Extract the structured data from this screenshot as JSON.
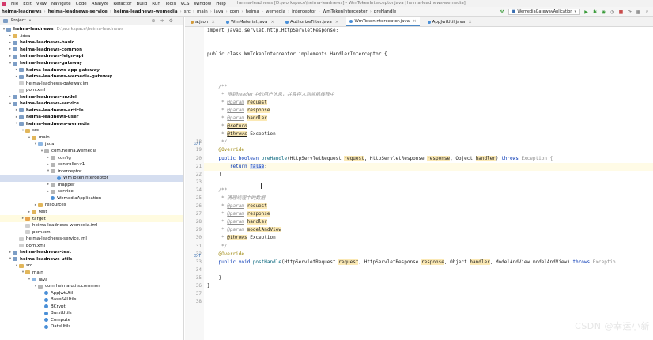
{
  "menubar": {
    "items": [
      "File",
      "Edit",
      "View",
      "Navigate",
      "Code",
      "Analyze",
      "Refactor",
      "Build",
      "Run",
      "Tools",
      "VCS",
      "Window",
      "Help"
    ],
    "window_title": "heima-leadnews [D:\\workspace\\heima-leadnews] - WmTokenInterceptor.java [heima-leadnews-wemedia]"
  },
  "navbar": {
    "crumbs": [
      "heima-leadnews",
      "heima-leadnews-service",
      "heima-leadnews-wemedia",
      "src",
      "main",
      "java",
      "com",
      "heima",
      "wemedia",
      "interceptor",
      "WmTokenInterceptor",
      "preHandle"
    ],
    "run_config": "WemediaGatewayAplication"
  },
  "project": {
    "title": "Project",
    "tree": [
      {
        "label": "heima-leadnews",
        "hint": "D:\\workspace\\heima-leadnews",
        "bold": true,
        "arrow": "▾",
        "icon": "module",
        "indent": 0
      },
      {
        "label": ".idea",
        "arrow": "▸",
        "icon": "folder",
        "indent": 1
      },
      {
        "label": "heima-leadnews-basic",
        "bold": true,
        "arrow": "▸",
        "icon": "module",
        "indent": 1
      },
      {
        "label": "heima-leadnews-common",
        "bold": true,
        "arrow": "▸",
        "icon": "module",
        "indent": 1
      },
      {
        "label": "heima-leadnews-feign-api",
        "bold": true,
        "arrow": "▸",
        "icon": "module",
        "indent": 1
      },
      {
        "label": "heima-leadnews-gateway",
        "bold": true,
        "arrow": "▾",
        "icon": "module",
        "indent": 1
      },
      {
        "label": "heima-leadnews-app-gateway",
        "bold": true,
        "arrow": "▸",
        "icon": "module",
        "indent": 2
      },
      {
        "label": "heima-leadnews-wemedia-gateway",
        "bold": true,
        "arrow": "▸",
        "icon": "module",
        "indent": 2
      },
      {
        "label": "heima-leadnews-gateway.iml",
        "arrow": "",
        "icon": "file",
        "indent": 2
      },
      {
        "label": "pom.xml",
        "arrow": "",
        "icon": "file",
        "indent": 2
      },
      {
        "label": "heima-leadnews-model",
        "bold": true,
        "arrow": "▸",
        "icon": "module",
        "indent": 1
      },
      {
        "label": "heima-leadnews-service",
        "bold": true,
        "arrow": "▾",
        "icon": "module",
        "indent": 1
      },
      {
        "label": "heima-leadnews-article",
        "bold": true,
        "arrow": "▸",
        "icon": "module",
        "indent": 2
      },
      {
        "label": "heima-leadnews-user",
        "bold": true,
        "arrow": "▸",
        "icon": "module",
        "indent": 2
      },
      {
        "label": "heima-leadnews-wemedia",
        "bold": true,
        "arrow": "▾",
        "icon": "module",
        "indent": 2
      },
      {
        "label": "src",
        "arrow": "▾",
        "icon": "folder",
        "indent": 3
      },
      {
        "label": "main",
        "arrow": "▾",
        "icon": "folder",
        "indent": 4
      },
      {
        "label": "java",
        "arrow": "▾",
        "icon": "src",
        "indent": 5
      },
      {
        "label": "com.heima.wemedia",
        "arrow": "▾",
        "icon": "pkg",
        "indent": 6
      },
      {
        "label": "config",
        "arrow": "▸",
        "icon": "pkg",
        "indent": 7
      },
      {
        "label": "controller.v1",
        "arrow": "▸",
        "icon": "pkg",
        "indent": 7
      },
      {
        "label": "interceptor",
        "arrow": "▾",
        "icon": "pkg",
        "indent": 7
      },
      {
        "label": "WmTokenInterceptor",
        "arrow": "",
        "icon": "cls",
        "indent": 8,
        "selected": true
      },
      {
        "label": "mapper",
        "arrow": "▸",
        "icon": "pkg",
        "indent": 7
      },
      {
        "label": "service",
        "arrow": "▸",
        "icon": "pkg",
        "indent": 7
      },
      {
        "label": "WemediaApplication",
        "arrow": "",
        "icon": "cls",
        "indent": 7
      },
      {
        "label": "resources",
        "arrow": "▸",
        "icon": "folder",
        "indent": 5
      },
      {
        "label": "test",
        "arrow": "▸",
        "icon": "folder",
        "indent": 4
      },
      {
        "label": "target",
        "arrow": "▸",
        "icon": "target",
        "indent": 3,
        "highlight": true
      },
      {
        "label": "heima-leadnews-wemedia.iml",
        "arrow": "",
        "icon": "file",
        "indent": 3
      },
      {
        "label": "pom.xml",
        "arrow": "",
        "icon": "file",
        "indent": 3
      },
      {
        "label": "heima-leadnews-service.iml",
        "arrow": "",
        "icon": "file",
        "indent": 2
      },
      {
        "label": "pom.xml",
        "arrow": "",
        "icon": "file",
        "indent": 2
      },
      {
        "label": "heima-leadnews-test",
        "bold": true,
        "arrow": "▸",
        "icon": "module",
        "indent": 1
      },
      {
        "label": "heima-leadnews-utils",
        "bold": true,
        "arrow": "▾",
        "icon": "module",
        "indent": 1
      },
      {
        "label": "src",
        "arrow": "▾",
        "icon": "folder",
        "indent": 2
      },
      {
        "label": "main",
        "arrow": "▾",
        "icon": "folder",
        "indent": 3
      },
      {
        "label": "java",
        "arrow": "▾",
        "icon": "src",
        "indent": 4
      },
      {
        "label": "com.heima.utils.common",
        "arrow": "▾",
        "icon": "pkg",
        "indent": 5
      },
      {
        "label": "AppJwtUtil",
        "arrow": "",
        "icon": "cls",
        "indent": 6
      },
      {
        "label": "Base64Utils",
        "arrow": "",
        "icon": "cls",
        "indent": 6
      },
      {
        "label": "BCrypt",
        "arrow": "",
        "icon": "cls",
        "indent": 6
      },
      {
        "label": "BurstUtils",
        "arrow": "",
        "icon": "cls",
        "indent": 6
      },
      {
        "label": "Compute",
        "arrow": "",
        "icon": "cls",
        "indent": 6
      },
      {
        "label": "DateUtils",
        "arrow": "",
        "icon": "cls",
        "indent": 6
      }
    ]
  },
  "editor": {
    "tabs": [
      {
        "label": "a.json",
        "active": false
      },
      {
        "label": "WmMaterial.java",
        "active": false
      },
      {
        "label": "AuthorizeFilter.java",
        "active": false
      },
      {
        "label": "WmTokenInterceptor.java",
        "active": true
      },
      {
        "label": "AppJwtUtil.java",
        "active": false
      }
    ],
    "gutter_numbers": [
      "",
      "",
      "",
      "",
      "",
      "",
      "",
      "",
      "",
      "",
      "",
      "",
      "",
      "",
      "18",
      "19",
      "20",
      "21",
      "22",
      "23",
      "24",
      "25",
      "26",
      "27",
      "28",
      "29",
      "30",
      "31",
      "32",
      "33",
      "34",
      "35",
      "36",
      "37",
      "38"
    ],
    "lines_text": {
      "import": "import javax.servlet.http.HttpServletResponse;",
      "class_decl": "public class WmTokenInterceptor implements HandlerInterceptor {",
      "doc_open": "    /**",
      "doc_desc1": "     * 得到header中的用户信息，并且存入到当前线程中",
      "doc_param_tag": "@param",
      "p_request": "request",
      "p_response": "response",
      "p_handler": "handler",
      "doc_return_tag": "@return",
      "doc_throws_tag": "@throws",
      "exception": "Exception",
      "doc_close": "     */",
      "override": "@Override",
      "pre_sig_a": "public boolean ",
      "pre_name": "preHandle",
      "pre_sig_b": "(HttpServletRequest ",
      "pre_sig_c": ", HttpServletResponse ",
      "pre_sig_d": ", Object ",
      "pre_sig_e": ") ",
      "throws_kw": "throws",
      "exception_ex": " Exception {",
      "return_kw": "return",
      "false_kw": "false",
      "semi": ";",
      "close_brace": "    }",
      "doc_desc2": "     * 清理线程中的数据",
      "p_modelAndView": "modelAndView",
      "post_sig_a": "public void ",
      "post_name": "postHandle",
      "post_sig_b": "(HttpServletRequest ",
      "post_sig_c": ", HttpServletResponse ",
      "post_sig_d": ", Object ",
      "post_sig_e": ", ModelAndView modelAndView) ",
      "post_throws": "throws",
      "post_exception": " Exceptio",
      "final_brace": "}"
    }
  },
  "watermark": "CSDN @幸运小新"
}
